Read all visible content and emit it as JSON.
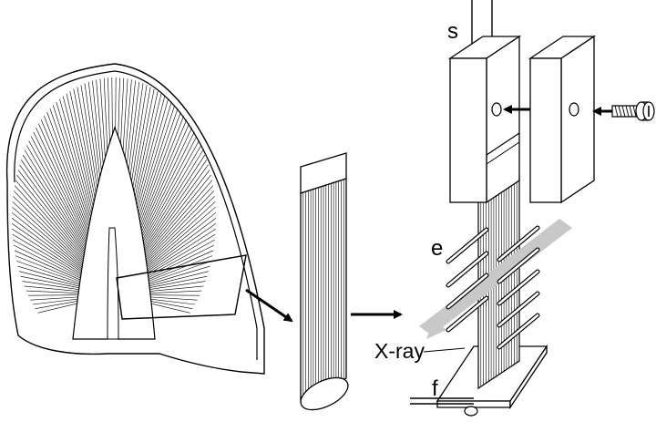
{
  "labels": {
    "s": "s",
    "e": "e",
    "xray": "X-ray",
    "f": "f"
  },
  "colors": {
    "ink": "#000000",
    "paper": "#ffffff",
    "xray_beam": "#c8c8c8"
  }
}
